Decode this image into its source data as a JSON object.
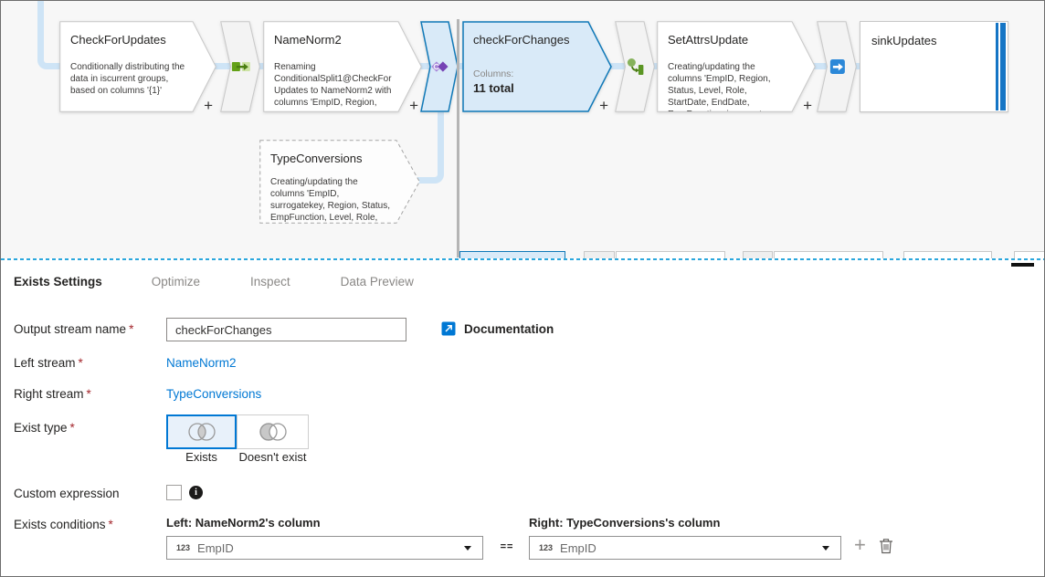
{
  "colors": {
    "accent": "#0078d4",
    "selected_fill": "#d9eaf8",
    "selected_border": "#1079b8",
    "connector": "#cee4f6",
    "canvas_bg": "#f7f7f7",
    "link": "#0078d4",
    "required": "#a4262c",
    "sink_bar": "#1575c5"
  },
  "canvas": {
    "nodes": {
      "check_for_updates": {
        "title": "CheckForUpdates",
        "description": "Conditionally distributing the data in iscurrent groups, based on columns '{1}'",
        "add_label": "+"
      },
      "name_norm2": {
        "title": "NameNorm2",
        "description": "Renaming ConditionalSplit1@CheckForUpdates to NameNorm2 with columns 'EmpID, Region,",
        "add_label": "+"
      },
      "check_for_changes": {
        "title": "checkForChanges",
        "columns_label": "Columns:",
        "columns_value": "11 total",
        "add_label": "+"
      },
      "set_attrs_update": {
        "title": "SetAttrsUpdate",
        "description": "Creating/updating the columns 'EmpID, Region, Status, Level, Role, StartDate, EndDate, EmpFunction, iscurrent,",
        "add_label": "+"
      },
      "sink_updates": {
        "title": "sinkUpdates"
      },
      "type_conversions": {
        "title": "TypeConversions",
        "description": "Creating/updating the columns 'EmpID, surrogatekey, Region, Status, EmpFunction, Level, Role, StartDate, EndDate,"
      }
    },
    "icon_names": [
      "select-icon",
      "exists-icon",
      "derived-column-icon",
      "sink-icon"
    ]
  },
  "panel": {
    "tabs": [
      {
        "label": "Exists Settings",
        "active": true
      },
      {
        "label": "Optimize",
        "active": false
      },
      {
        "label": "Inspect",
        "active": false
      },
      {
        "label": "Data Preview",
        "active": false
      }
    ],
    "output_stream": {
      "label": "Output stream name",
      "required": "*",
      "value": "checkForChanges"
    },
    "documentation_label": "Documentation",
    "left_stream": {
      "label": "Left stream",
      "required": "*",
      "value": "NameNorm2"
    },
    "right_stream": {
      "label": "Right stream",
      "required": "*",
      "value": "TypeConversions"
    },
    "exist_type": {
      "label": "Exist type",
      "required": "*",
      "options": [
        {
          "label": "Exists",
          "selected": true
        },
        {
          "label": "Doesn't exist",
          "selected": false
        }
      ]
    },
    "custom_expression": {
      "label": "Custom expression",
      "checked": false,
      "info_icon": "i"
    },
    "exists_conditions": {
      "label": "Exists conditions",
      "required": "*",
      "left_header": "Left: NameNorm2's column",
      "right_header": "Right: TypeConversions's column",
      "operator": "==",
      "add_icon": "+",
      "left_condition": {
        "type_badge": "123",
        "value": "EmpID"
      },
      "right_condition": {
        "type_badge": "123",
        "value": "EmpID"
      }
    }
  }
}
